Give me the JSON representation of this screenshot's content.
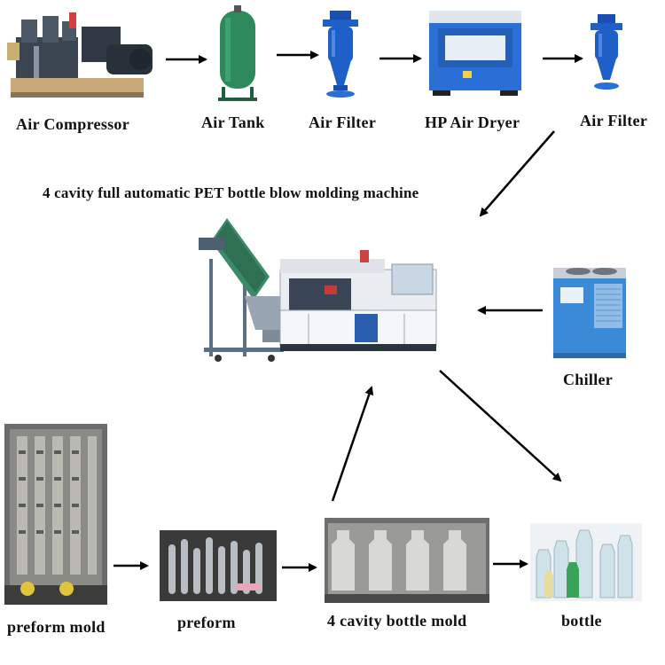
{
  "title": "4 cavity full automatic PET bottle blow molding machine",
  "labels": {
    "air_compressor": "Air Compressor",
    "air_tank": "Air Tank",
    "air_filter_1": "Air Filter",
    "hp_air_dryer": "HP Air Dryer",
    "air_filter_2": "Air Filter",
    "chiller": "Chiller",
    "preform_mold": "preform mold",
    "preform": "preform",
    "bottle_mold": "4 cavity bottle mold",
    "bottle": "bottle"
  },
  "colors": {
    "tank_green": "#2e8a5c",
    "filter_blue": "#1e5fc8",
    "dryer_blue": "#2a6fd6",
    "machine_steel": "#5a6f86",
    "chiller_blue": "#3a8ad8"
  }
}
